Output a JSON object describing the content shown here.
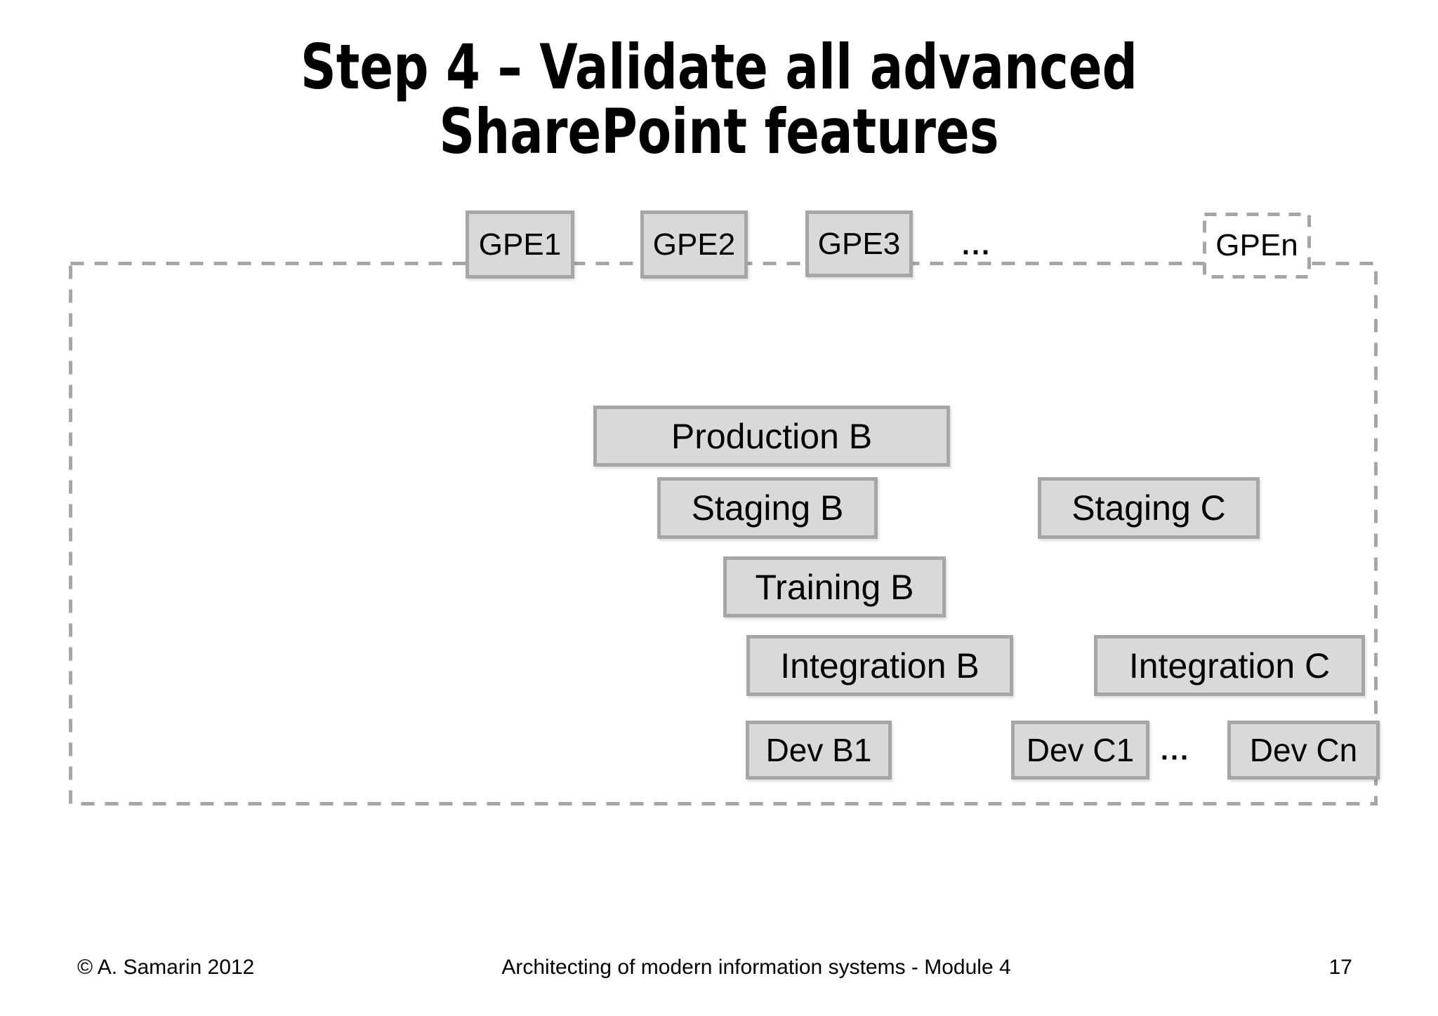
{
  "slide": {
    "title_line1": "Step 4 – Validate all advanced",
    "title_line2": "SharePoint features"
  },
  "gpe_row": {
    "boxes": [
      {
        "label": "GPE1",
        "style": "solid"
      },
      {
        "label": "GPE2",
        "style": "solid"
      },
      {
        "label": "GPE3",
        "style": "solid"
      },
      {
        "label": "GPEn",
        "style": "dashed"
      }
    ],
    "ellipsis": "..."
  },
  "environments": {
    "boxes": [
      {
        "label": "Production B"
      },
      {
        "label": "Staging B"
      },
      {
        "label": "Staging C"
      },
      {
        "label": "Training B"
      },
      {
        "label": "Integration B"
      },
      {
        "label": "Integration C"
      },
      {
        "label": "Dev B1"
      },
      {
        "label": "Dev C1"
      },
      {
        "label": "Dev Cn"
      }
    ],
    "ellipsis": "..."
  },
  "footer": {
    "copyright": "© A. Samarin 2012",
    "center": "Architecting of modern information systems - Module 4",
    "page_number": "17"
  },
  "colors": {
    "background": "#ffffff",
    "box_fill": "#d9d9d9",
    "box_border": "#a6a6a6",
    "dashed_line": "#a6a6a6",
    "text": "#000000"
  }
}
